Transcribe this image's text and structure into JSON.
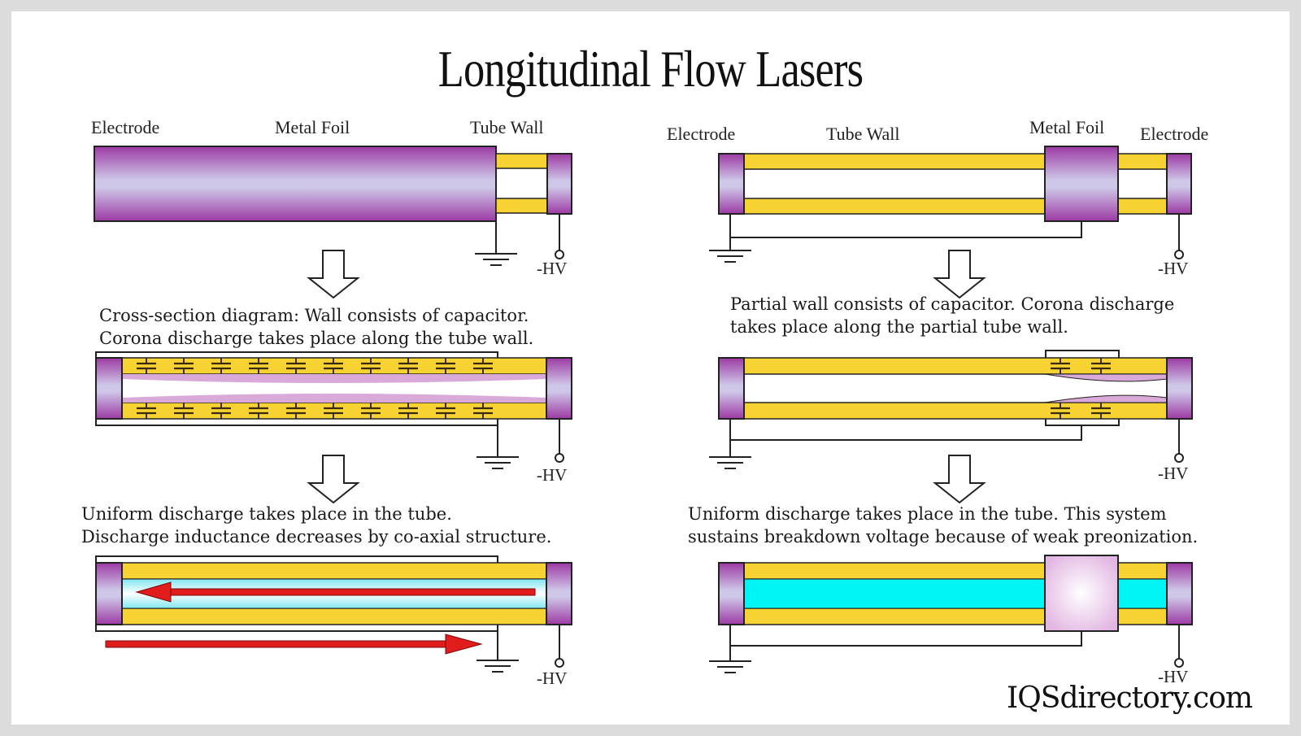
{
  "title": "Longitudinal Flow Lasers",
  "brand": "IQSdirectory.com",
  "colors": {
    "electrode_purple": "#9b3fa6",
    "tube_wall_yellow": "#f7d233",
    "discharge_cyan": "#00f5f5",
    "laser_arrow_red": "#e01c1c",
    "corona_pink": "#d9a9d9",
    "frame_gray": "#dcdcdc"
  },
  "left": {
    "labels": {
      "electrode": "Electrode",
      "metal_foil": "Metal Foil",
      "tube_wall": "Tube Wall"
    },
    "caption1": [
      "Cross-section diagram: Wall consists of capacitor.",
      "Corona discharge takes place along the tube wall."
    ],
    "caption2": [
      "Uniform discharge takes place in the tube.",
      "Discharge inductance decreases by co-axial structure."
    ],
    "hv": "-HV"
  },
  "right": {
    "labels": {
      "electrode_left": "Electrode",
      "tube_wall": "Tube Wall",
      "metal_foil": "Metal Foil",
      "electrode_right": "Electrode"
    },
    "caption1": [
      "Partial wall consists of capacitor. Corona discharge",
      "takes place along the partial tube wall."
    ],
    "caption2": [
      "Uniform discharge takes place in the tube. This system",
      " sustains breakdown voltage because of weak preonization."
    ],
    "hv": "-HV"
  }
}
